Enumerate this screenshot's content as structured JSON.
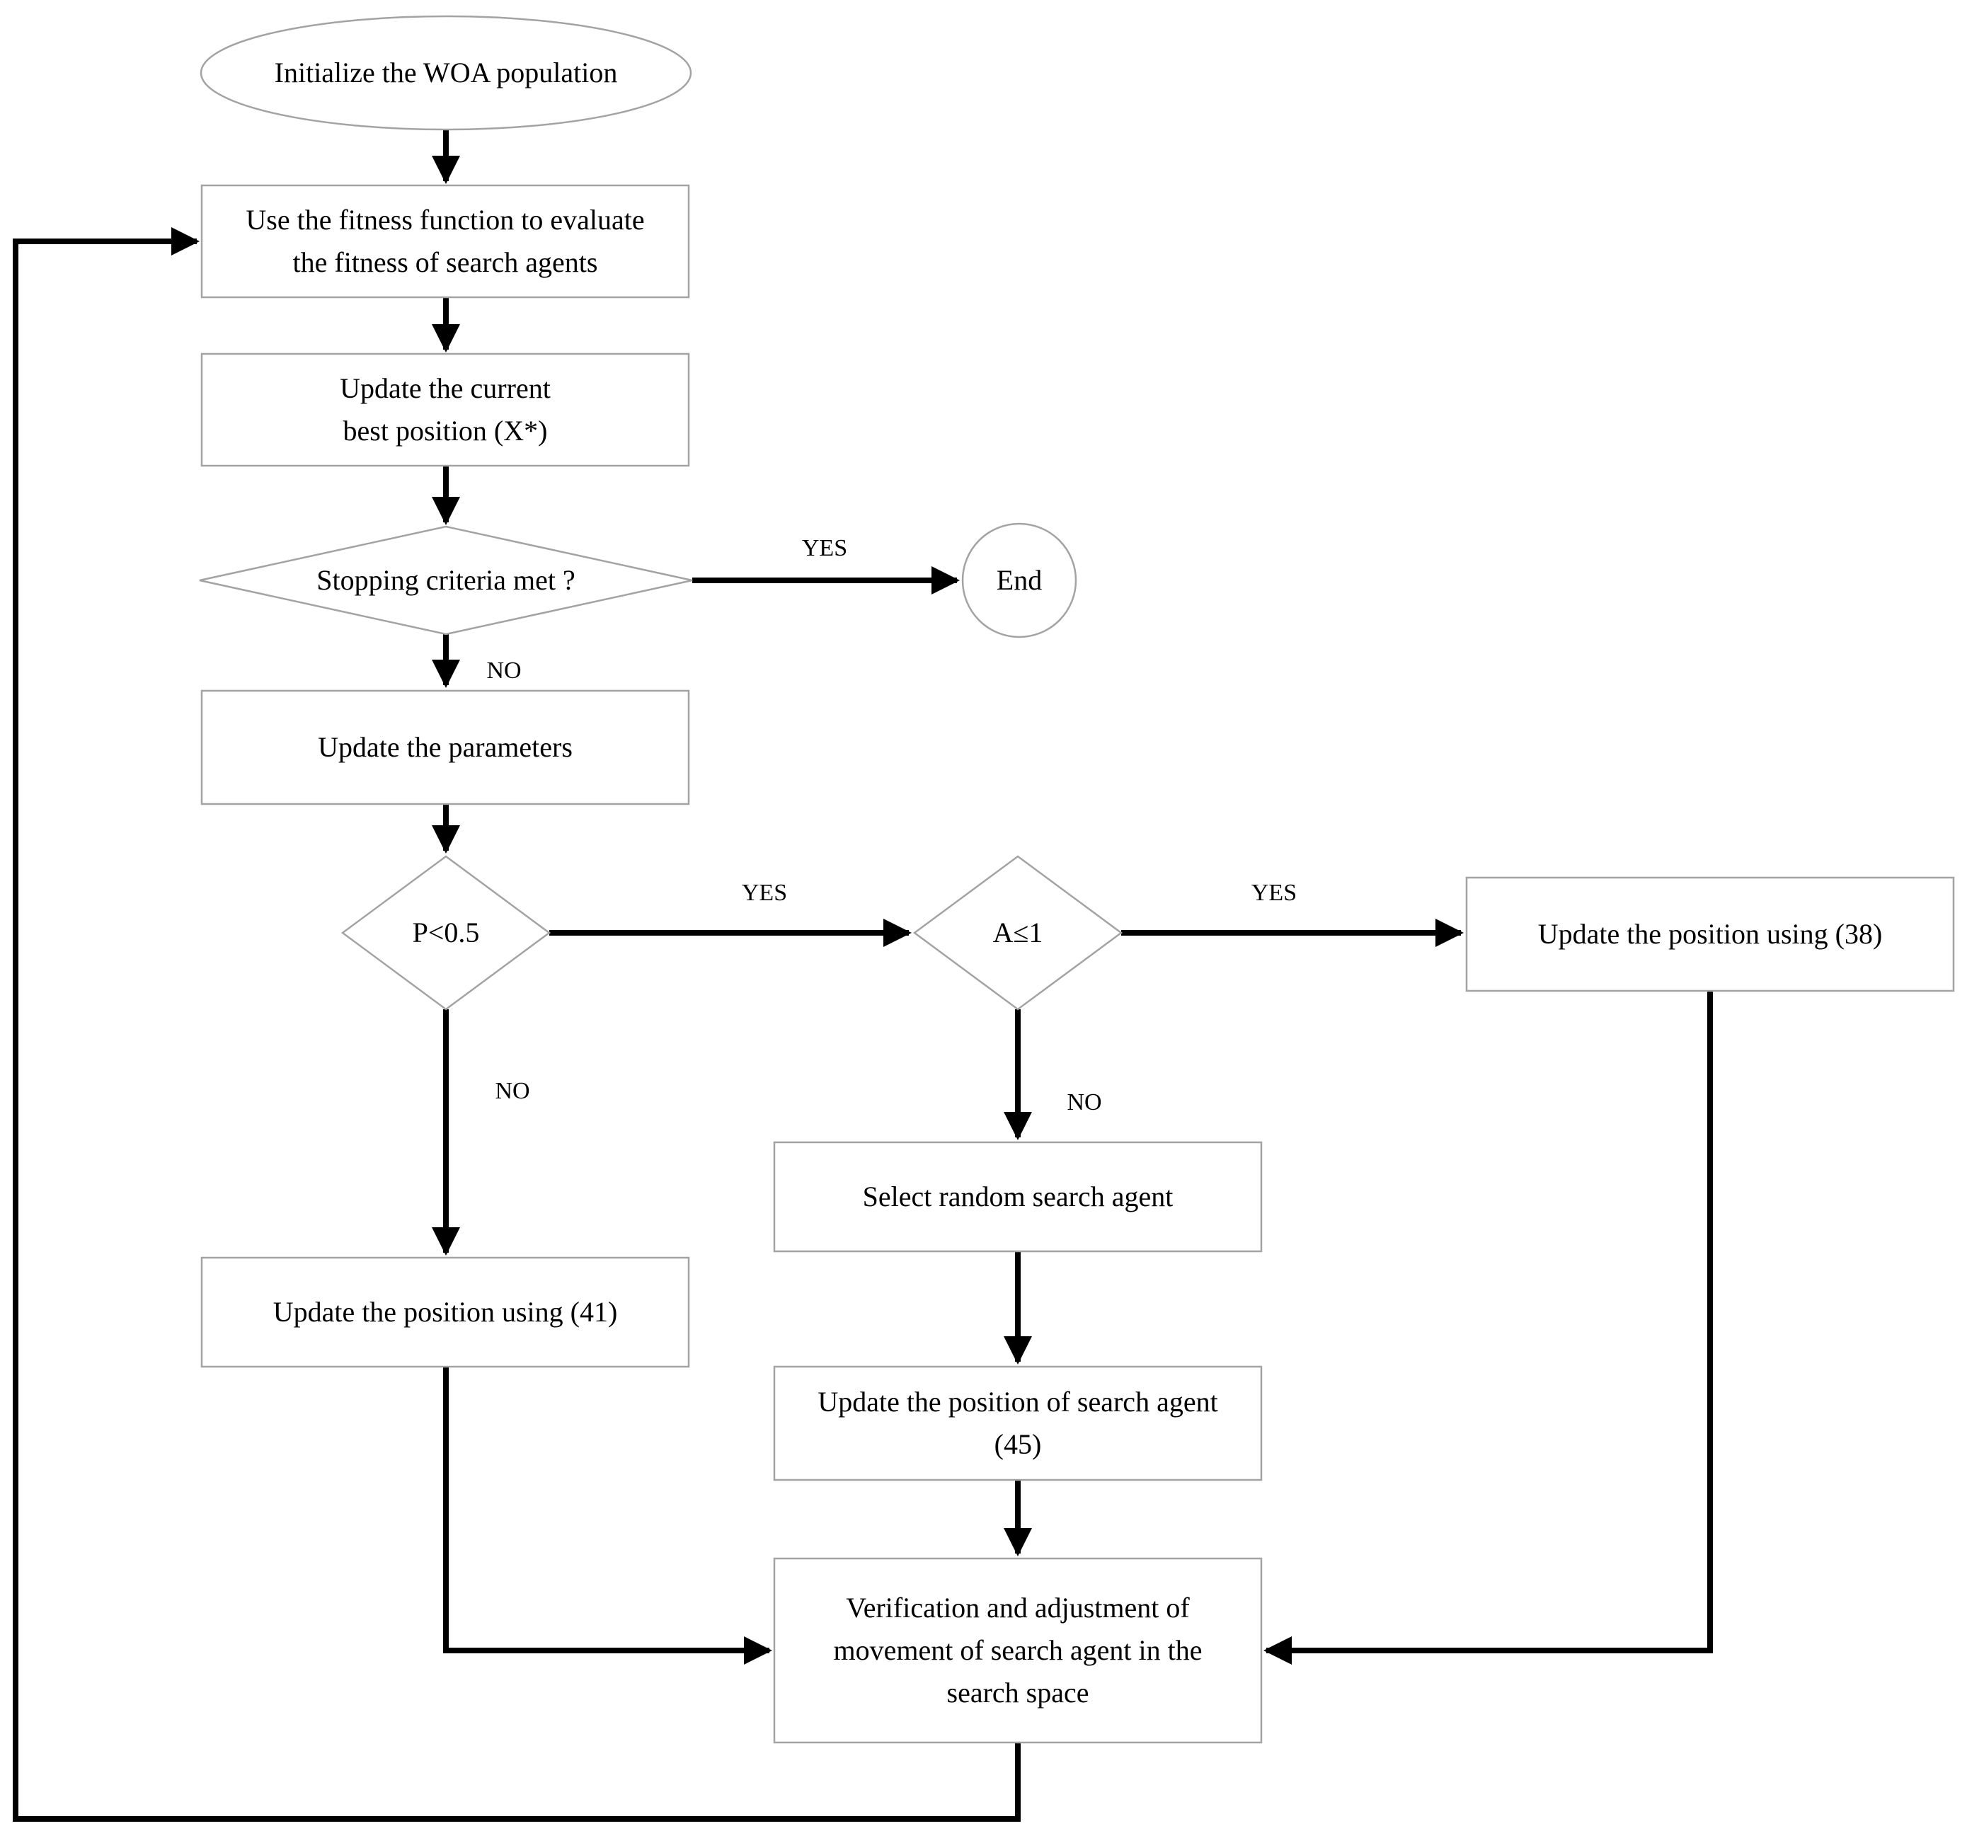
{
  "diagram": {
    "type": "flowchart",
    "colors": {
      "background": "#ffffff",
      "shape_outline": "#a3a3a3",
      "connector": "#000000",
      "text": "#000000"
    },
    "nodes": {
      "start": "Initialize the WOA population",
      "evaluate_fitness": "Use the fitness function to evaluate\nthe fitness of search agents",
      "update_best_position": "Update the current\nbest position (X*)",
      "stopping_criteria": "Stopping criteria met ?",
      "end": "End",
      "update_parameters": "Update the parameters",
      "p_decision": "P<0.5",
      "a_decision": "A≤1",
      "update_position_38": "Update the position using (38)",
      "update_position_41": "Update the position using (41)",
      "select_random_agent": "Select random search agent",
      "update_position_45": "Update the position of search agent\n(45)",
      "verification": "Verification and adjustment of\nmovement of search agent in the\nsearch space"
    },
    "edge_labels": {
      "stopping_yes": "YES",
      "stopping_no": "NO",
      "p_yes": "YES",
      "p_no": "NO",
      "a_yes": "YES",
      "a_no": "NO"
    }
  }
}
